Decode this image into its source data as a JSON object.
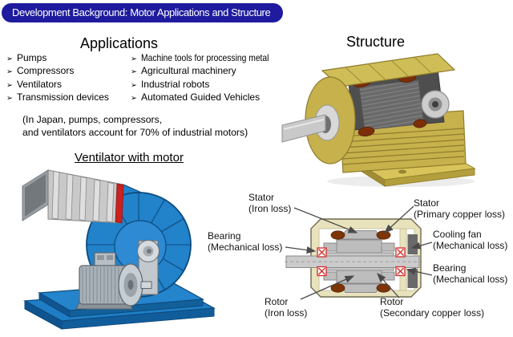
{
  "slide": {
    "banner": {
      "title": "Development Background: Motor Applications and Structure",
      "bg_color": "#1e1b9e",
      "text_color": "#ffffff"
    },
    "applications": {
      "heading": "Applications",
      "bullet": "➢",
      "column1": [
        "Pumps",
        "Compressors",
        "Ventilators",
        "Transmission devices"
      ],
      "column2": [
        "Machine tools for processing metal",
        "Agricultural machinery",
        "Industrial robots",
        "Automated Guided Vehicles"
      ],
      "note": [
        "(In Japan, pumps, compressors,",
        "and ventilators account for 70% of industrial motors)"
      ]
    },
    "ventilator": {
      "caption": "Ventilator with motor"
    },
    "structure": {
      "heading": "Structure",
      "loss_labels": [
        {
          "part": "Stator",
          "loss": "(Iron loss)"
        },
        {
          "part": "Stator",
          "loss": "(Primary copper loss)"
        },
        {
          "part": "Bearing",
          "loss": "(Mechanical loss)"
        },
        {
          "part": "Cooling fan",
          "loss": "(Mechanical loss)"
        },
        {
          "part": "Bearing",
          "loss": "(Mechanical loss)"
        },
        {
          "part": "Rotor",
          "loss": "(Iron loss)"
        },
        {
          "part": "Rotor",
          "loss": "(Secondary copper loss)"
        }
      ]
    },
    "palette": {
      "banner_blue": "#1e1b9e",
      "casing_beige": "#e9e3bd",
      "coil_brown": "#7d3505",
      "bearing_red": "#d32b2b",
      "motor_gold": "#c6b14c",
      "ventilator_blue": "#2282ca",
      "duct_gray": "#c9c9c9",
      "stripe_red": "#cc2121"
    }
  }
}
